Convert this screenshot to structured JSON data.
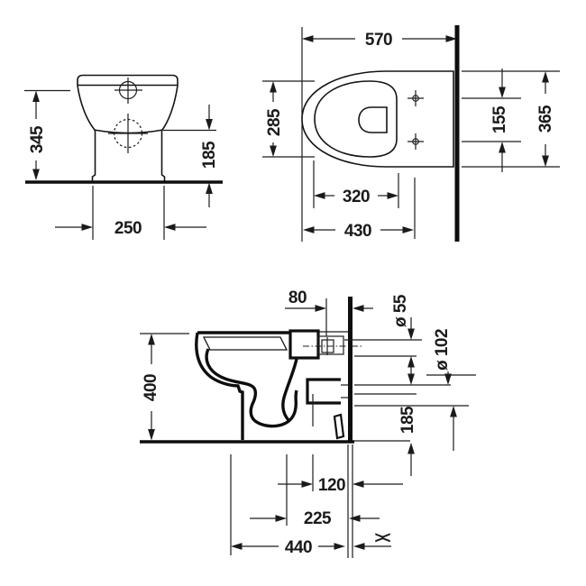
{
  "drawing_type": "technical-dimension-drawing",
  "views": {
    "front": {
      "height": "345",
      "bowl_underside_height": "185",
      "base_width": "250"
    },
    "top": {
      "depth": "570",
      "bowl_inner_width": "285",
      "fixing_hole_spacing": "155",
      "width": "365",
      "bowl_inner_length": "320",
      "front_to_fixing_holes": "430"
    },
    "side": {
      "fixing_to_wall": "80",
      "inlet_diameter": "ø 55",
      "outlet_diameter": "ø 102",
      "outlet_height": "185",
      "height": "400",
      "outlet_to_wall": "120",
      "trap_center_to_wall": "225",
      "front_to_wall": "440",
      "adjustable_symbol": "><"
    }
  },
  "colors": {
    "ink": "#1a1a1a",
    "background": "#ffffff"
  }
}
